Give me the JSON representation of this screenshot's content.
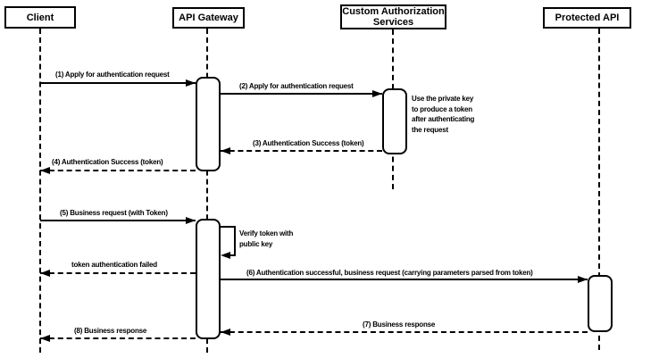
{
  "diagram_type": "uml-sequence-diagram",
  "colors": {
    "stroke": "#000000",
    "shape_fill": "#ffffff",
    "background": "#ffffff",
    "text": "#000000"
  },
  "actors": [
    {
      "label": "Client"
    },
    {
      "label": "API Gateway"
    },
    {
      "label": "Custom Authorization Services"
    },
    {
      "label": "Protected API"
    }
  ],
  "messages": [
    {
      "label": "(1) Apply for authentication request",
      "type": "solid-arrow",
      "from": "Client",
      "to": "API Gateway"
    },
    {
      "label": "(2) Apply for authentication request",
      "type": "solid-arrow",
      "from": "API Gateway",
      "to": "Custom Authorization Services"
    },
    {
      "label": "(3) Authentication Success (token)",
      "type": "dashed-arrow",
      "from": "Custom Authorization Services",
      "to": "API Gateway"
    },
    {
      "label": "(4) Authentication Success (token)",
      "type": "dashed-arrow",
      "from": "API Gateway",
      "to": "Client"
    },
    {
      "label": "(5) Business request (with Token)",
      "type": "solid-arrow",
      "from": "Client",
      "to": "API Gateway"
    },
    {
      "label": "Verify token with public key",
      "type": "self-message",
      "from": "API Gateway",
      "to": "API Gateway"
    },
    {
      "label": "token authentication failed",
      "type": "dashed-arrow",
      "from": "API Gateway",
      "to": "Client"
    },
    {
      "label": "(6) Authentication successful, business request (carrying parameters parsed from token)",
      "type": "solid-arrow",
      "from": "API Gateway",
      "to": "Protected API"
    },
    {
      "label": "(7) Business response",
      "type": "dashed-arrow",
      "from": "Protected API",
      "to": "API Gateway"
    },
    {
      "label": "(8) Business response",
      "type": "dashed-arrow",
      "from": "API Gateway",
      "to": "Client"
    }
  ],
  "notes": [
    {
      "label": "Use the private key to produce a token after authenticating the request"
    }
  ]
}
